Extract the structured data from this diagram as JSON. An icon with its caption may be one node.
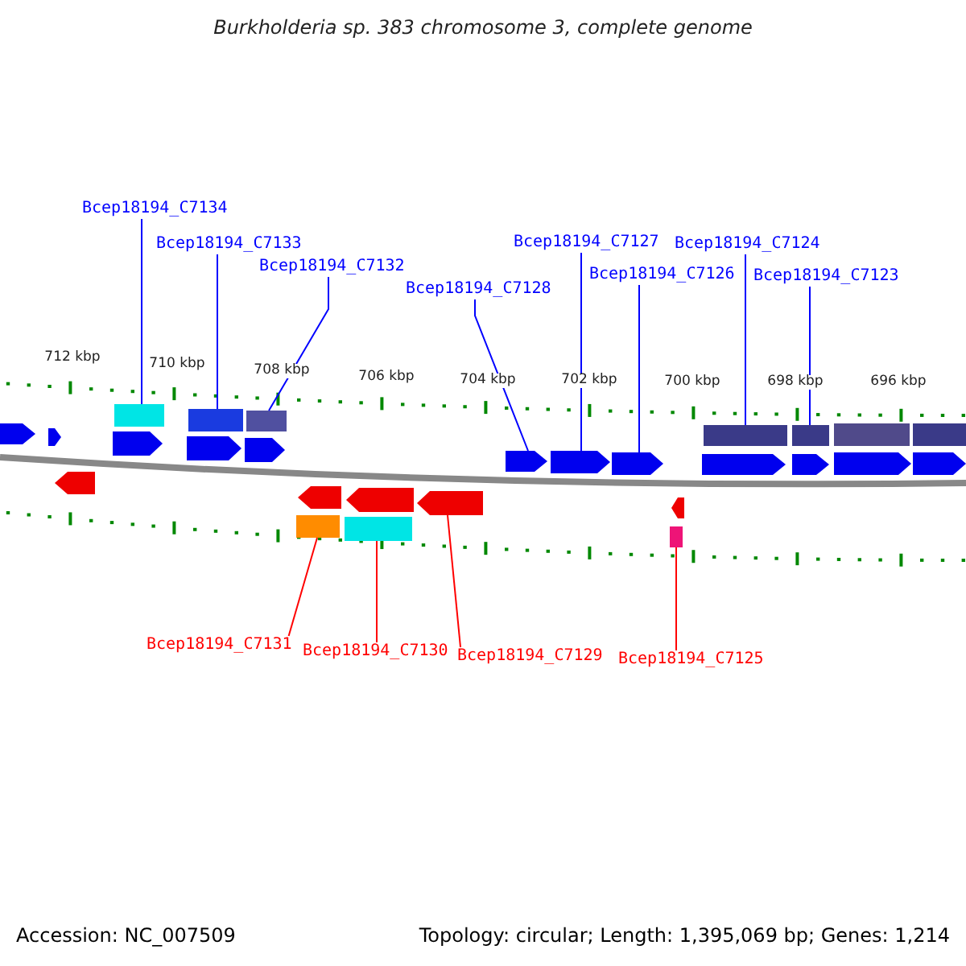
{
  "diagram": {
    "title": "Burkholderia sp. 383 chromosome 3, complete genome",
    "nodes": [
      {
        "text": [
          "Bcep18194_C7134"
        ]
      },
      {
        "text": [
          "Bcep18194_C7133"
        ]
      },
      {
        "text": [
          "Bcep18194_C7132"
        ]
      },
      {
        "text": [
          "Bcep18194_C7128"
        ]
      },
      {
        "text": [
          "Bcep18194_C7127"
        ]
      },
      {
        "text": [
          "Bcep18194_C7126"
        ]
      },
      {
        "text": [
          "Bcep18194_C7124"
        ]
      },
      {
        "text": [
          "Bcep18194_C7123"
        ]
      },
      {
        "text": [
          "Bcep18194_C7131"
        ]
      },
      {
        "text": [
          "Bcep18194_C7130"
        ]
      },
      {
        "text": [
          "Bcep18194_C7129"
        ]
      },
      {
        "text": [
          "Bcep18194_C7125"
        ]
      },
      {
        "text": [],
        "shape": "bar"
      },
      {
        "text": [],
        "shape": "bar"
      },
      {
        "text": [],
        "shape": "bar"
      },
      {
        "text": [],
        "shape": "pentagon"
      },
      {
        "text": [],
        "shape": "pentagon"
      },
      {
        "text": [],
        "shape": "pentagon"
      },
      {
        "text": [],
        "shape": "bar"
      },
      {
        "text": [],
        "shape": "bar"
      },
      {
        "text": [],
        "shape": "bar"
      },
      {
        "text": [],
        "shape": "bar"
      },
      {
        "text": [],
        "shape": "pentagon"
      },
      {
        "text": [],
        "shape": "bar"
      }
    ],
    "edges": [
      {
        "from": 0,
        "to": 12,
        "arrow": "none",
        "color": "#0000ff"
      },
      {
        "from": 1,
        "to": 13,
        "arrow": "none",
        "color": "#0000ff"
      },
      {
        "from": 2,
        "to": 14,
        "arrow": "none",
        "color": "#0000ff"
      },
      {
        "from": 3,
        "to": 15,
        "arrow": "none",
        "color": "#0000ff"
      },
      {
        "from": 4,
        "to": 16,
        "arrow": "none",
        "color": "#0000ff"
      },
      {
        "from": 5,
        "to": 17,
        "arrow": "none",
        "color": "#0000ff"
      },
      {
        "from": 6,
        "to": 18,
        "arrow": "none",
        "color": "#0000ff"
      },
      {
        "from": 7,
        "to": 19,
        "arrow": "none",
        "color": "#0000ff"
      },
      {
        "from": 8,
        "to": 20,
        "arrow": "none",
        "color": "#ff0000"
      },
      {
        "from": 9,
        "to": 21,
        "arrow": "none",
        "color": "#ff0000"
      },
      {
        "from": 10,
        "to": 22,
        "arrow": "none",
        "color": "#ff0000"
      },
      {
        "from": 11,
        "to": 23,
        "arrow": "none",
        "color": "#ff0000"
      }
    ],
    "labels": [
      "712 kbp",
      "710 kbp",
      "708 kbp",
      "706 kbp",
      "704 kbp",
      "702 kbp",
      "700 kbp",
      "698 kbp",
      "696 kbp",
      "Accession: NC_007509",
      "Topology: circular; Length: 1,395,069 bp; Genes: 1,214"
    ]
  }
}
